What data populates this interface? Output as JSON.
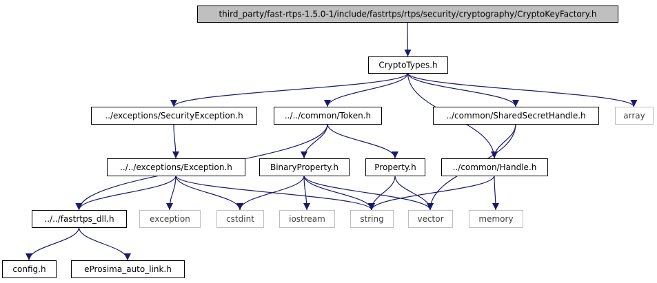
{
  "colors": {
    "edge": "#191970",
    "root_fill": "#bfbfbf",
    "node_border": "#000000",
    "system_border": "#bfbfbf",
    "system_text": "#404040"
  },
  "nodes": [
    {
      "id": "root",
      "label": "third_party/fast-rtps-1.5.0-1/include/fastrtps/rtps/security/cryptography/CryptoKeyFactory.h",
      "kind": "root"
    },
    {
      "id": "cryptotypes",
      "label": "CryptoTypes.h",
      "kind": "file"
    },
    {
      "id": "secexc",
      "label": "../exceptions/SecurityException.h",
      "kind": "file"
    },
    {
      "id": "token",
      "label": "../../common/Token.h",
      "kind": "file"
    },
    {
      "id": "sshandle",
      "label": "../common/SharedSecretHandle.h",
      "kind": "file"
    },
    {
      "id": "array",
      "label": "array",
      "kind": "system"
    },
    {
      "id": "exception_h",
      "label": "../../exceptions/Exception.h",
      "kind": "file"
    },
    {
      "id": "binprop",
      "label": "BinaryProperty.h",
      "kind": "file"
    },
    {
      "id": "prop",
      "label": "Property.h",
      "kind": "file"
    },
    {
      "id": "handle",
      "label": "../common/Handle.h",
      "kind": "file"
    },
    {
      "id": "dll",
      "label": "../../fastrtps_dll.h",
      "kind": "file"
    },
    {
      "id": "exception",
      "label": "exception",
      "kind": "system"
    },
    {
      "id": "cstdint",
      "label": "cstdint",
      "kind": "system"
    },
    {
      "id": "iostream",
      "label": "iostream",
      "kind": "system"
    },
    {
      "id": "string",
      "label": "string",
      "kind": "system"
    },
    {
      "id": "vector",
      "label": "vector",
      "kind": "system"
    },
    {
      "id": "memory",
      "label": "memory",
      "kind": "system"
    },
    {
      "id": "config",
      "label": "config.h",
      "kind": "file"
    },
    {
      "id": "autolink",
      "label": "eProsima_auto_link.h",
      "kind": "file"
    }
  ],
  "edges": [
    {
      "from": "root",
      "to": "cryptotypes"
    },
    {
      "from": "cryptotypes",
      "to": "secexc"
    },
    {
      "from": "cryptotypes",
      "to": "token"
    },
    {
      "from": "cryptotypes",
      "to": "handle"
    },
    {
      "from": "cryptotypes",
      "to": "sshandle"
    },
    {
      "from": "cryptotypes",
      "to": "array"
    },
    {
      "from": "secexc",
      "to": "exception_h"
    },
    {
      "from": "token",
      "to": "dll"
    },
    {
      "from": "token",
      "to": "binprop"
    },
    {
      "from": "token",
      "to": "prop"
    },
    {
      "from": "sshandle",
      "to": "handle"
    },
    {
      "from": "sshandle",
      "to": "vector"
    },
    {
      "from": "exception_h",
      "to": "dll"
    },
    {
      "from": "exception_h",
      "to": "exception"
    },
    {
      "from": "exception_h",
      "to": "cstdint"
    },
    {
      "from": "exception_h",
      "to": "string"
    },
    {
      "from": "binprop",
      "to": "cstdint"
    },
    {
      "from": "binprop",
      "to": "iostream"
    },
    {
      "from": "binprop",
      "to": "string"
    },
    {
      "from": "binprop",
      "to": "vector"
    },
    {
      "from": "prop",
      "to": "string"
    },
    {
      "from": "prop",
      "to": "vector"
    },
    {
      "from": "handle",
      "to": "string"
    },
    {
      "from": "handle",
      "to": "memory"
    },
    {
      "from": "dll",
      "to": "config"
    },
    {
      "from": "dll",
      "to": "autolink"
    }
  ]
}
